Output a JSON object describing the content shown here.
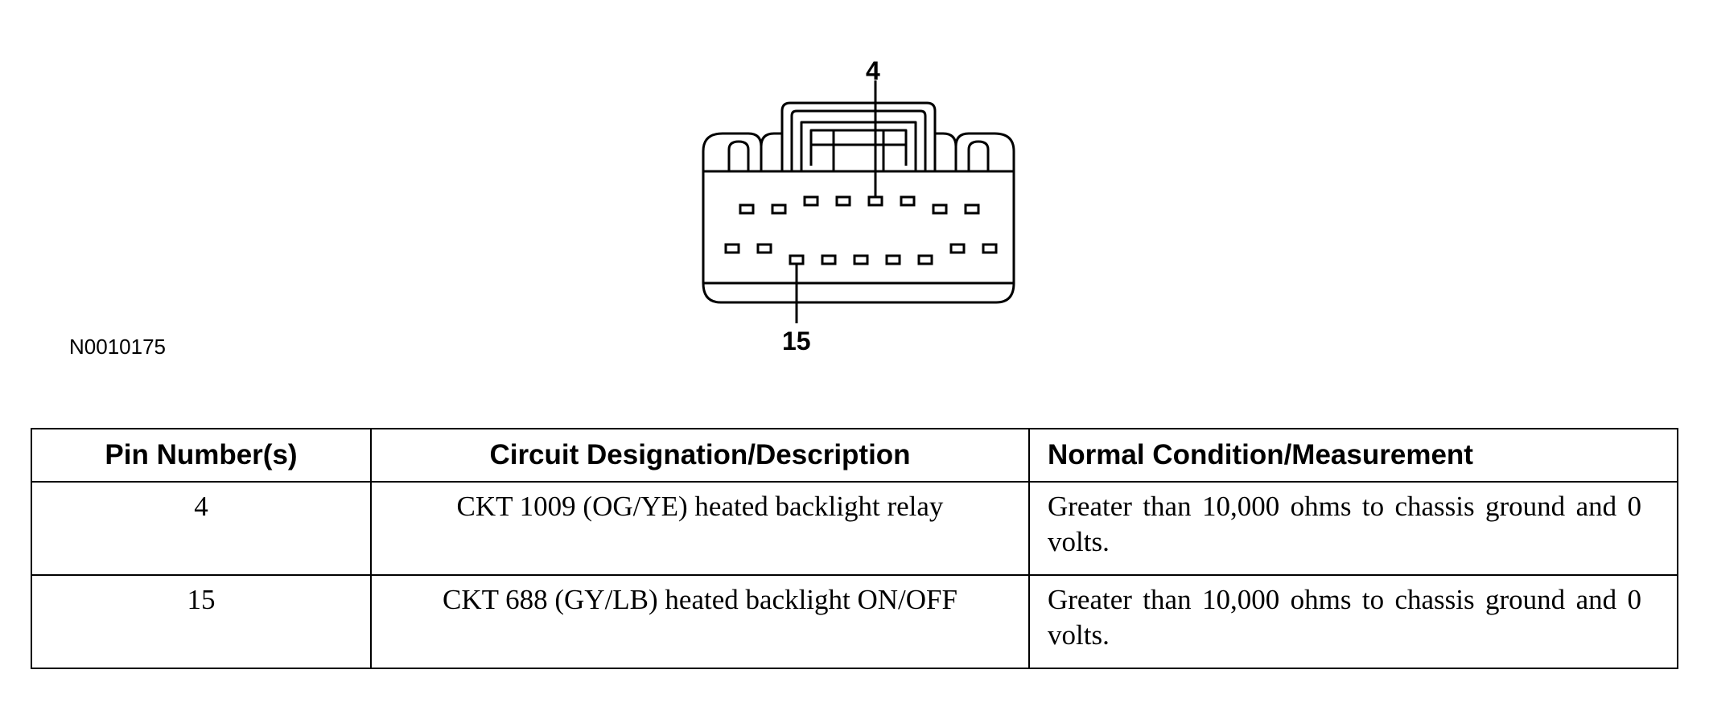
{
  "diagram": {
    "callout_top": "4",
    "callout_bottom": "15",
    "figure_id": "N0010175"
  },
  "table": {
    "headers": {
      "pin": "Pin Number(s)",
      "circuit": "Circuit Designation/Description",
      "measurement": "Normal Condition/Measurement"
    },
    "rows": [
      {
        "pin": "4",
        "circuit": "CKT 1009 (OG/YE) heated backlight relay",
        "measurement": "Greater than 10,000 ohms to chassis ground and 0 volts."
      },
      {
        "pin": "15",
        "circuit": "CKT 688 (GY/LB) heated backlight ON/OFF",
        "measurement": "Greater than 10,000 ohms to chassis ground and 0 volts."
      }
    ]
  }
}
